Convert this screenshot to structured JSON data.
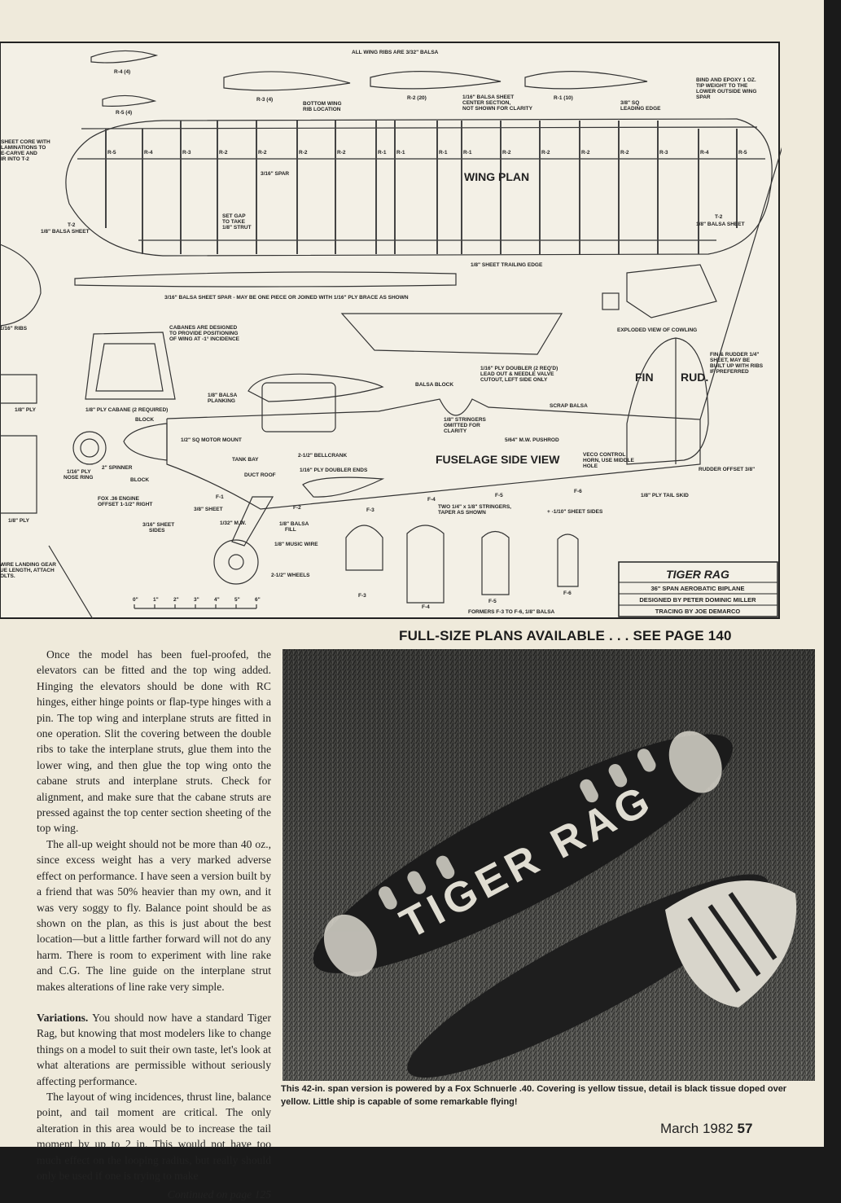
{
  "plan": {
    "ribs_note": "ALL WING RIBS ARE 3/32\" BALSA",
    "rib_profiles": [
      "R-4 (4)",
      "R-5 (4)",
      "R-3 (4)",
      "R-2 (20)",
      "R-1 (10)"
    ],
    "rib_stations": [
      "R-5",
      "R-4",
      "R-3",
      "R-2",
      "R-2",
      "R-2",
      "R-2",
      "R-1",
      "R-1",
      "R-1",
      "R-1",
      "R-2",
      "R-2",
      "R-2",
      "R-2",
      "R-3",
      "R-4",
      "R-5"
    ],
    "wing_plan": "WING PLAN",
    "bottom_wing_rib": [
      "BOTTOM WING",
      "RIB LOCATION"
    ],
    "center_section": [
      "1/16\" BALSA SHEET",
      "CENTER SECTION,",
      "NOT SHOWN FOR CLARITY"
    ],
    "leading_edge": [
      "3/8\" SQ",
      "LEADING EDGE"
    ],
    "tip_weight": [
      "BIND AND EPOXY 1 OZ.",
      "TIP WEIGHT TO THE",
      "LOWER OUTSIDE WING",
      "SPAR"
    ],
    "sheet_core": [
      "SHEET CORE WITH",
      "LAMINATIONS TO",
      "E-CARVE AND",
      "IR INTO T-2"
    ],
    "spar": "3/16\" SPAR",
    "set_gap": [
      "SET GAP",
      "TO TAKE",
      "1/8\" STRUT"
    ],
    "t2_left": [
      "T-2",
      "1/8\" BALSA SHEET"
    ],
    "t2_right": [
      "T-2",
      "1/8\" BALSA SHEET"
    ],
    "trailing_edge": "1/8\" SHEET TRAILING EDGE",
    "sheet_spar": "3/16\" BALSA SHEET SPAR - MAY BE ONE PIECE OR JOINED WITH 1/16\" PLY BRACE AS SHOWN",
    "ribs_116": "1/16\" RIBS",
    "cowling": "EXPLODED VIEW OF COWLING",
    "cabanes_note": [
      "CABANES ARE DESIGNED",
      "TO PROVIDE POSITIONING",
      "OF WING AT -1° INCIDENCE"
    ],
    "cabane": "1/8\" PLY CABANE (2 REQUIRED)",
    "ply_18_a": "1/8\" PLY",
    "ply_18_b": "1/8\" PLY",
    "nose_ring": [
      "1/16\" PLY",
      "NOSE RING"
    ],
    "spinner": "2\" SPINNER",
    "block1": "BLOCK",
    "block2": "BLOCK",
    "balsa_planking": [
      "1/8\" BALSA",
      "PLANKING"
    ],
    "motor_mount": "1/2\" SQ MOTOR MOUNT",
    "tank_bay": "TANK BAY",
    "duct_roof": "DUCT ROOF",
    "bellcrank": "2-1/2\" BELLCRANK",
    "ply_doubler_ends": "1/16\" PLY DOUBLER ENDS",
    "fox_engine": [
      "FOX .36 ENGINE",
      "OFFSET 1-1/2\" RIGHT"
    ],
    "sheet_38": "3/8\" SHEET",
    "sheet_sides_316": [
      "3/16\" SHEET",
      "SIDES"
    ],
    "mw_132": "1/32\" M.W.",
    "balsa_fill": [
      "1/8\" BALSA",
      "FILL"
    ],
    "music_wire": "1/8\" MUSIC WIRE",
    "wheels": "2-1/2\" WHEELS",
    "landing_gear": [
      "WIRE LANDING GEAR",
      "UE LENGTH, ATTACH",
      "OLTS."
    ],
    "ply_doubler": [
      "1/16\" PLY DOUBLER (2 REQ'D)",
      "LEAD OUT & NEEDLE VALVE",
      "CUTOUT, LEFT SIDE ONLY"
    ],
    "balsa_block": "BALSA BLOCK",
    "stringers_omitted": [
      "1/8\" STRINGERS",
      "OMITTED FOR",
      "CLARITY"
    ],
    "pushrod": "5/64\" M.W. PUSHROD",
    "scrap_balsa": "SCRAP BALSA",
    "fuselage": "FUSELAGE SIDE VIEW",
    "veco": [
      "VECO CONTROL",
      "HORN, USE MIDDLE",
      "HOLE"
    ],
    "fin": "FIN",
    "rud": "RUD.",
    "fin_note": [
      "FIN & RUDDER 1/4\"",
      "SHEET, MAY BE",
      "BUILT UP WITH RIBS",
      "IF PREFERRED"
    ],
    "rudder_offset": "RUDDER OFFSET 3/8\"",
    "tail_skid": "1/8\" PLY TAIL SKID",
    "two_stringers": [
      "TWO 1/4\" x 1/8\" STRINGERS,",
      "TAPER AS SHOWN"
    ],
    "sheet_sides_110": "+ -1/10\" SHEET SIDES",
    "former_labels": [
      "F-1",
      "F-2",
      "F-3",
      "F-4",
      "F-5",
      "F-6"
    ],
    "former_views": [
      "F-3",
      "F-4",
      "F-5",
      "F-6"
    ],
    "formers_note": "FORMERS F-3 TO F-6, 1/8\" BALSA",
    "scale_ticks": [
      "0\"",
      "1\"",
      "2\"",
      "3\"",
      "4\"",
      "5\"",
      "6\""
    ],
    "title_block": {
      "name": "TIGER RAG",
      "span": "36\" SPAN  AEROBATIC BIPLANE",
      "designer": "DESIGNED BY PETER DOMINIC MILLER",
      "tracing": "TRACING BY  JOE DEMARCO"
    }
  },
  "heading": "FULL-SIZE PLANS AVAILABLE . . . SEE PAGE 140",
  "article": {
    "p1": "Once the model has been fuel-proofed, the elevators can be fitted and the top wing added. Hinging the elevators should be done with RC hinges, either hinge points or flap-type hinges with a pin. The top wing and interplane struts are fitted in one operation. Slit the covering between the double ribs to take the interplane struts, glue them into the lower wing, and then glue the top wing onto the cabane struts and interplane struts. Check for alignment, and make sure that the cabane struts are pressed against the top center section sheeting of the top wing.",
    "p2": "The all-up weight should not be more than 40 oz., since excess weight has a very marked adverse effect on performance. I have seen a version built by a friend that was 50% heavier than my own, and it was very soggy to fly. Balance point should be as shown on the plan, as this is just about the best location—but a little farther forward will not do any harm. There is room to experiment with line rake and C.G. The line guide on the interplane strut makes alterations of line rake very simple.",
    "p3_head": "Variations.",
    "p3": " You should now have a standard Tiger Rag, but knowing that most modelers like to change things on a model to suit their own taste, let's look at what alterations are permissible without seriously affecting performance.",
    "p4": "The layout of wing incidences, thrust line, balance point, and tail moment are critical. The only alteration in this area would be to increase the tail moment by up to 2 in. This would not have too much effect on the looping radius, but really should only be used if one is trying to make",
    "continued": "Continued on page 125"
  },
  "photo": {
    "wing_lettering": "TIGER RAG"
  },
  "caption": "This 42-in. span version is powered by a Fox Schnuerle .40. Covering is yellow tissue, detail is black tissue doped over yellow. Little ship is capable of some remarkable flying!",
  "folio": {
    "issue": "March 1982",
    "page": "57"
  },
  "colors": {
    "paper": "#efeadb",
    "ink": "#222222",
    "frame": "#1a1a1a"
  }
}
